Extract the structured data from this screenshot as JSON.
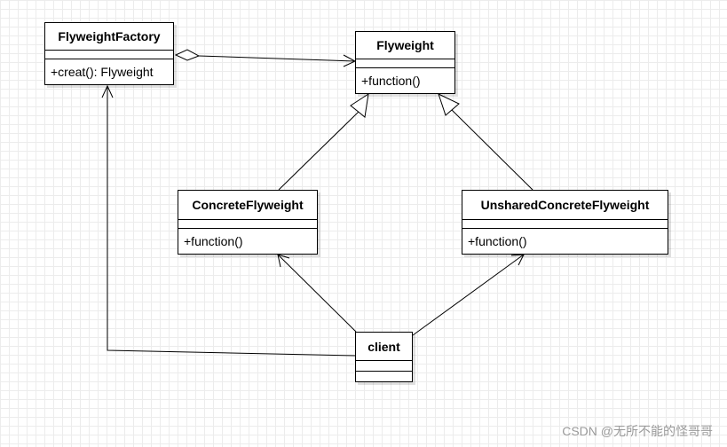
{
  "classes": {
    "factory": {
      "name": "FlyweightFactory",
      "op": "+creat(): Flyweight"
    },
    "flyweight": {
      "name": "Flyweight",
      "op": "+function()"
    },
    "concrete": {
      "name": "ConcreteFlyweight",
      "op": "+function()"
    },
    "unshared": {
      "name": "UnsharedConcreteFlyweight",
      "op": "+function()"
    },
    "client": {
      "name": "client",
      "op": ""
    }
  },
  "watermark": "CSDN @无所不能的怪哥哥"
}
